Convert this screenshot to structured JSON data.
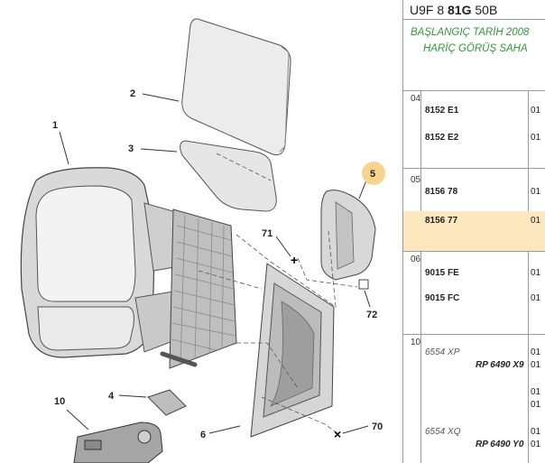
{
  "diagram": {
    "callouts": [
      {
        "label": "1"
      },
      {
        "label": "2"
      },
      {
        "label": "3"
      },
      {
        "label": "4"
      },
      {
        "label": "5",
        "highlighted": true
      },
      {
        "label": "6"
      },
      {
        "label": "10"
      },
      {
        "label": "70"
      },
      {
        "label": "71"
      },
      {
        "label": "72"
      }
    ],
    "highlight_color": "#f7d58f"
  },
  "panel": {
    "code": {
      "prefix": "U9F 8",
      "bold": "81G",
      "suffix": "50B"
    },
    "info_line1": "BAŞLANGIÇ TARİH 2008",
    "info_line2": "HARİÇ GÖRÜŞ SAHA",
    "groups": [
      {
        "num": "04",
        "rows": [
          {
            "ref": "8152 E1",
            "qty": "01"
          },
          {
            "ref": "8152 E2",
            "qty": "01"
          }
        ]
      },
      {
        "num": "05",
        "rows": [
          {
            "ref": "8156 78",
            "qty": "01"
          },
          {
            "ref": "8156 77",
            "qty": "01",
            "selected": true
          }
        ]
      },
      {
        "num": "06",
        "rows": [
          {
            "ref": "9015 FE",
            "qty": "01"
          },
          {
            "ref": "9015 FC",
            "qty": "01"
          }
        ]
      },
      {
        "num": "10",
        "rows": [
          {
            "ref": "6554 XP",
            "qty": "01"
          },
          {
            "ref": "RP 6490 X9",
            "qty": "01"
          },
          {
            "ref": "",
            "qty": "01"
          },
          {
            "ref": "",
            "qty": "01"
          },
          {
            "ref": "6554 XQ",
            "qty": "01"
          },
          {
            "ref": "RP 6490 Y0",
            "qty": "01"
          }
        ]
      }
    ],
    "selected_color": "#fde7bf"
  }
}
